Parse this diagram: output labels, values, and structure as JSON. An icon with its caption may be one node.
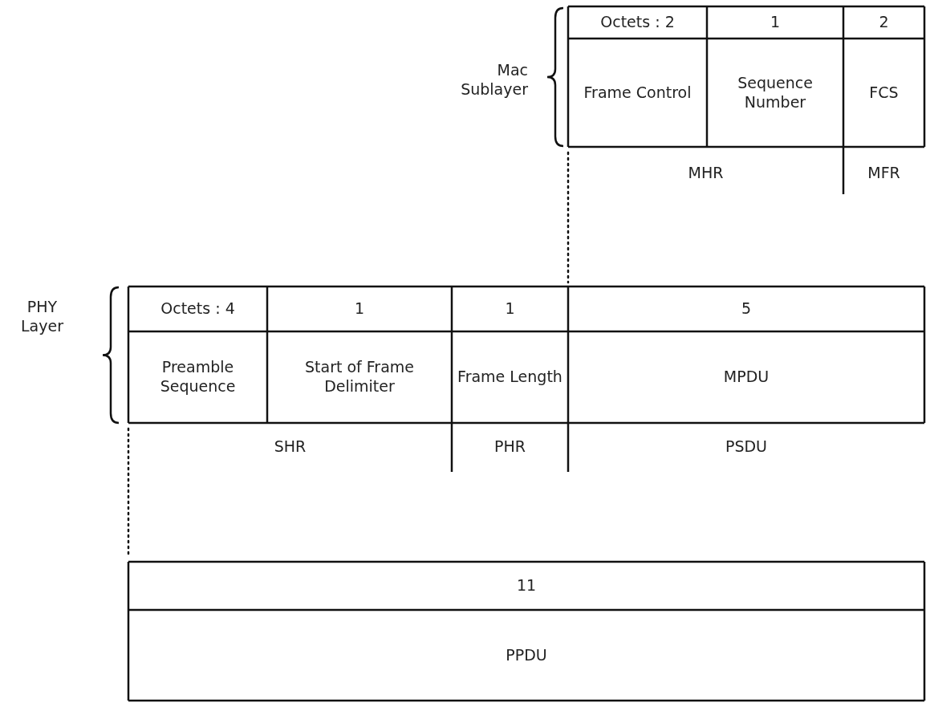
{
  "diagram": {
    "labels": [
      "Mac Sublayer",
      "Octets : 2",
      "1",
      "2",
      "Frame Control",
      "Sequence Number",
      "FCS",
      "MHR",
      "MFR",
      "PHY Layer",
      "Octets : 4",
      "1",
      "1",
      "5",
      "Preamble Sequence",
      "Start of Frame Delimiter",
      "Frame Length",
      "MPDU",
      "SHR",
      "PHR",
      "PSDU",
      "11",
      "PPDU"
    ]
  }
}
